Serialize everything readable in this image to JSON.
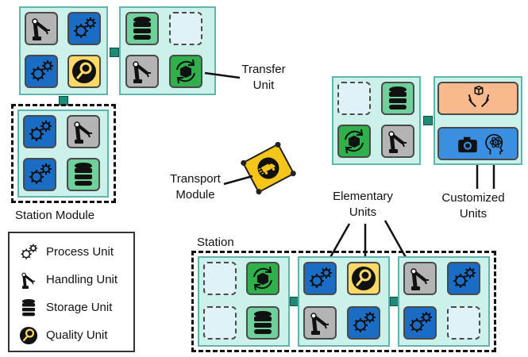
{
  "labels": {
    "transfer_unit": [
      "Transfer",
      "Unit"
    ],
    "station_module": "Station Module",
    "transport_module": [
      "Transport",
      "Module"
    ],
    "elementary_units": [
      "Elementary",
      "Units"
    ],
    "customized_units": [
      "Customized",
      "Units"
    ],
    "station": "Station"
  },
  "legend": [
    {
      "icon": "gears-icon",
      "label": "Process Unit"
    },
    {
      "icon": "robot-arm-icon",
      "label": "Handling Unit"
    },
    {
      "icon": "database-icon",
      "label": "Storage Unit"
    },
    {
      "icon": "magnifier-icon",
      "label": "Quality Unit"
    }
  ],
  "colors": {
    "process": "#1a6cc4",
    "handling": "#b4b4b4",
    "storage": "#6fd09c",
    "quality": "#ffd966",
    "transfer": "#2fb04a",
    "empty": "#dff2f7",
    "module_fill": "#ccf0ea",
    "module_border": "#5fb4ab",
    "custom_top": "#f8b98c",
    "custom_bottom": "#3b8fe0"
  }
}
